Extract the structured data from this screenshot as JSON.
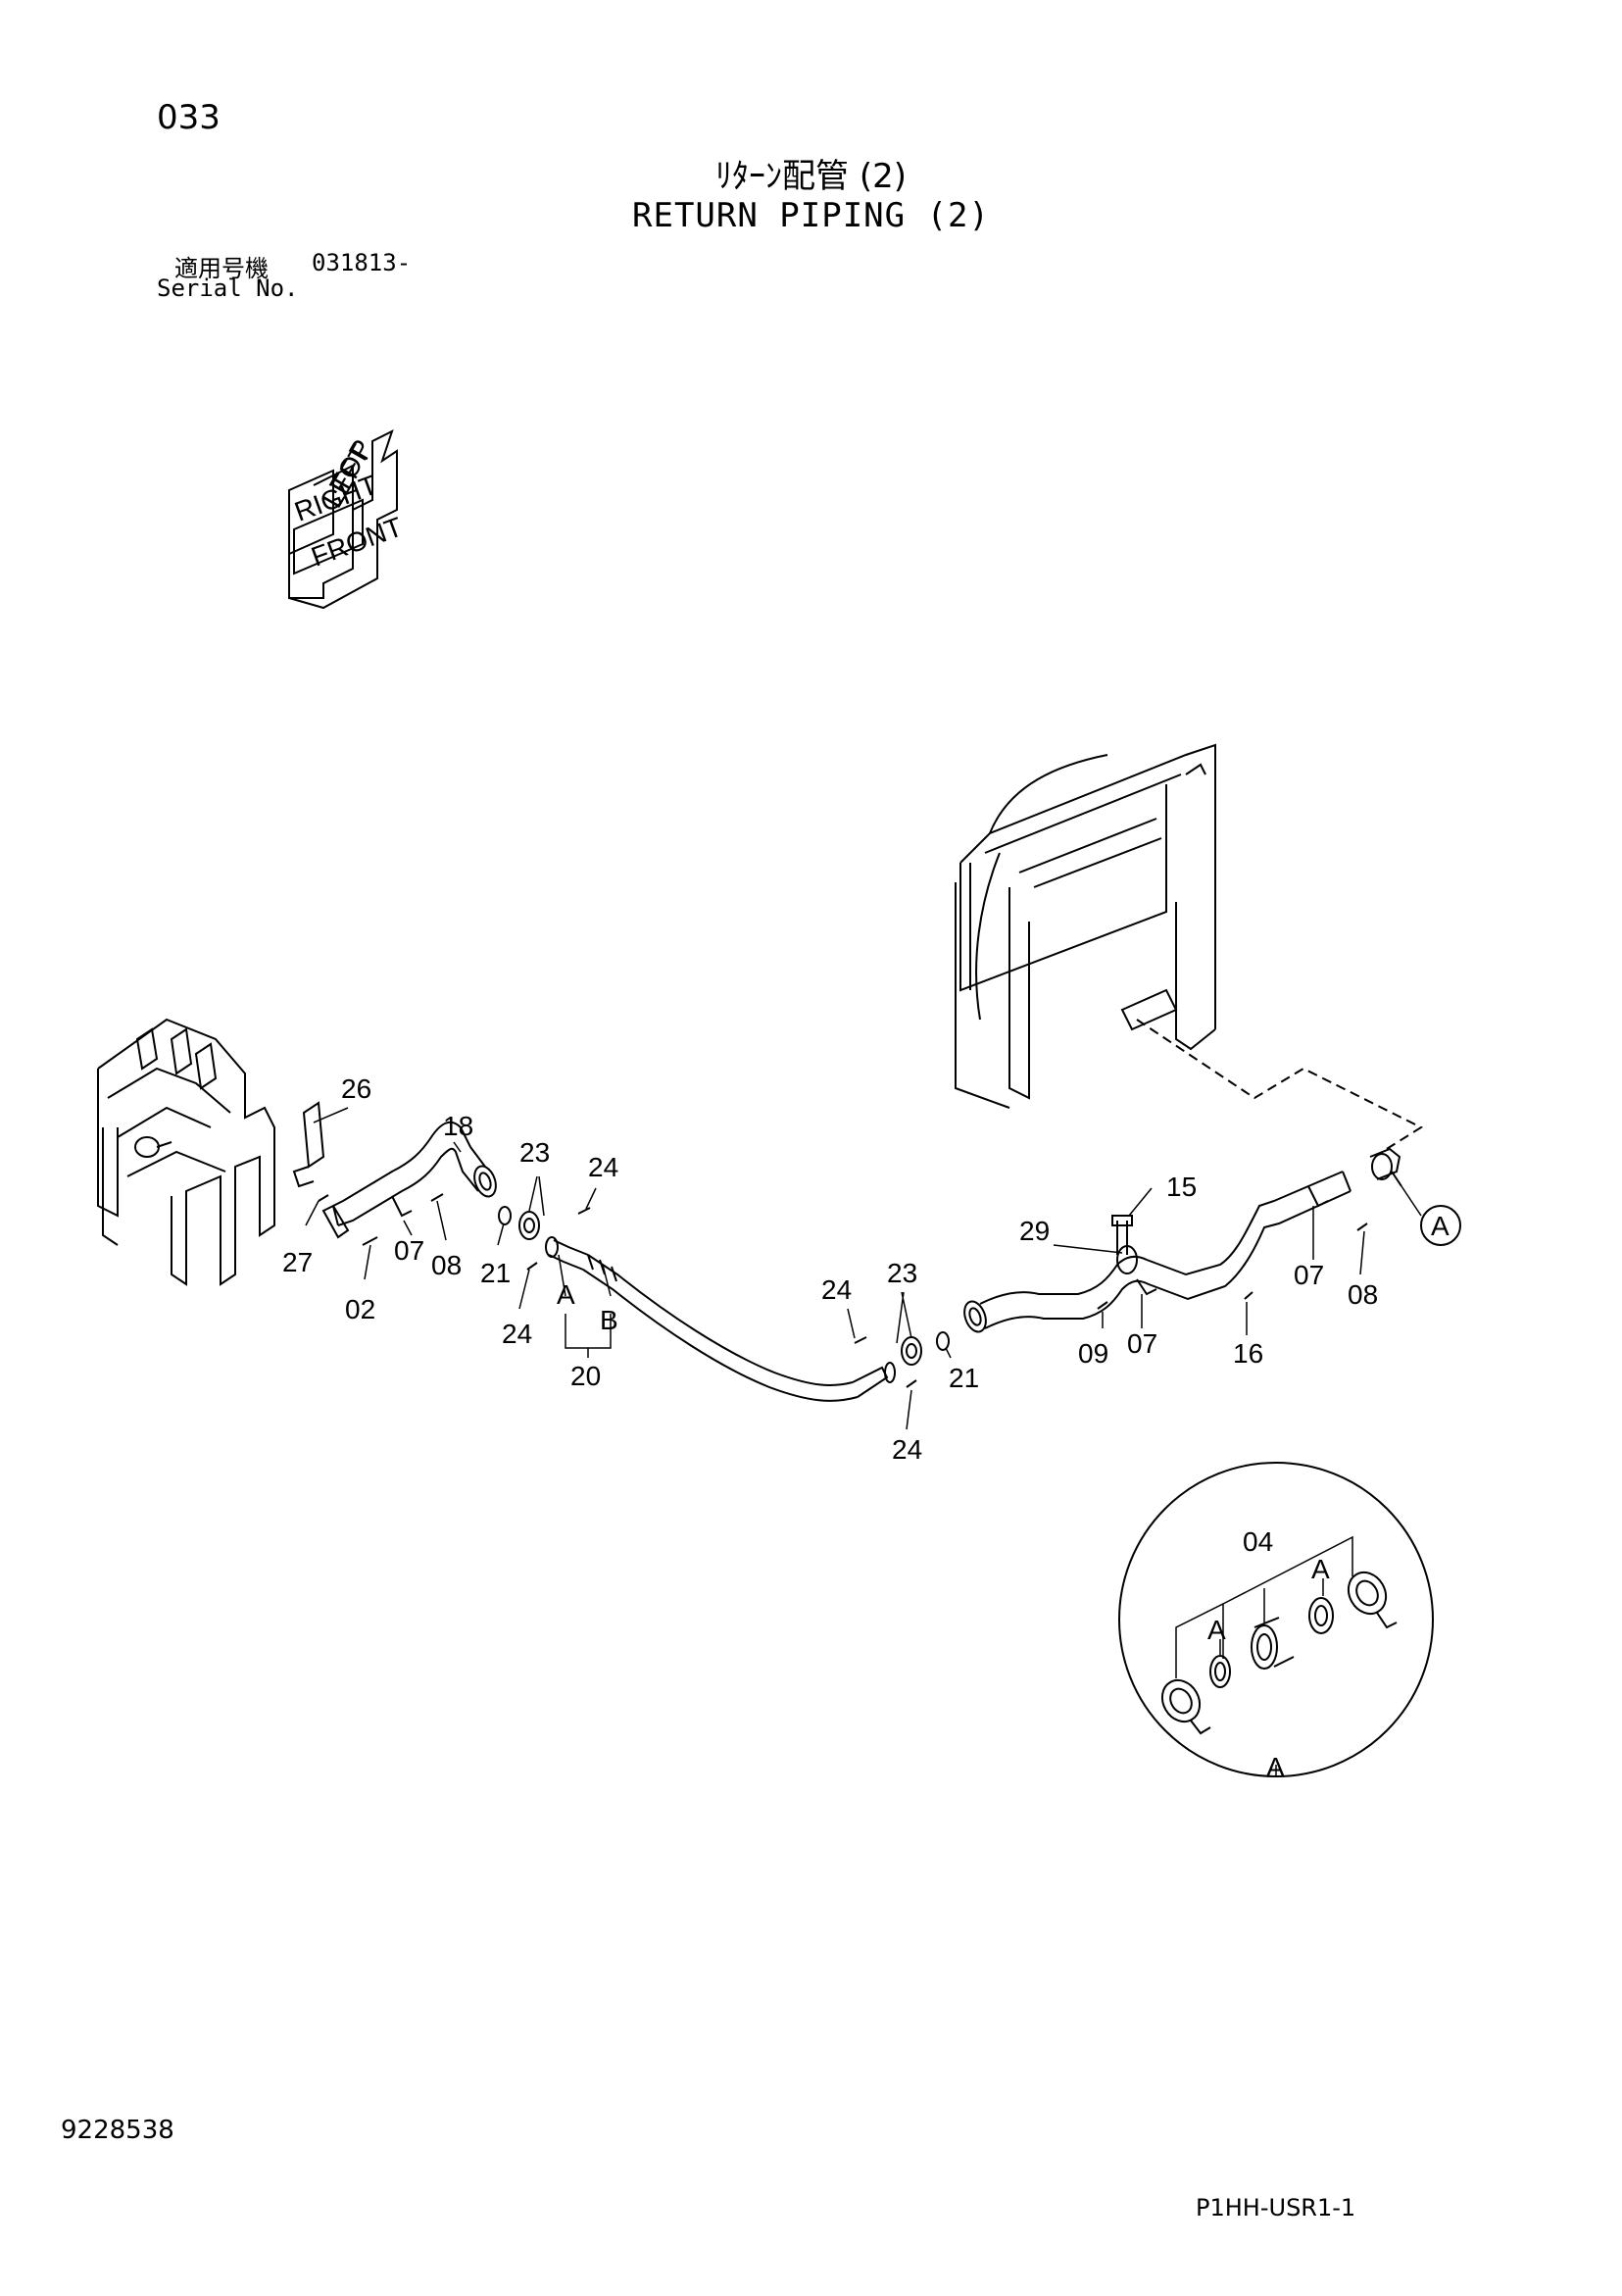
{
  "header": {
    "page_number": "033",
    "title_jp": "ﾘﾀｰﾝ配管 (2)",
    "title_en": "RETURN PIPING (2)",
    "serial_label_jp": "適用号機",
    "serial_value": "031813-",
    "serial_label_en": "Serial No."
  },
  "orientation_icon": {
    "labels": [
      "TOP",
      "LEFT",
      "RIGHT",
      "FRONT"
    ]
  },
  "part_callouts": [
    {
      "id": "c26a",
      "label": "26"
    },
    {
      "id": "c18",
      "label": "18"
    },
    {
      "id": "c23a",
      "label": "23"
    },
    {
      "id": "c24a",
      "label": "24"
    },
    {
      "id": "c27",
      "label": "27"
    },
    {
      "id": "c07a",
      "label": "07"
    },
    {
      "id": "c08a",
      "label": "08"
    },
    {
      "id": "c21a",
      "label": "21"
    },
    {
      "id": "c02",
      "label": "02"
    },
    {
      "id": "cAa",
      "label": "A"
    },
    {
      "id": "cBa",
      "label": "B"
    },
    {
      "id": "c24b",
      "label": "24"
    },
    {
      "id": "c20",
      "label": "20"
    },
    {
      "id": "c24c",
      "label": "24"
    },
    {
      "id": "c23b",
      "label": "23"
    },
    {
      "id": "c21b",
      "label": "21"
    },
    {
      "id": "c24d",
      "label": "24"
    },
    {
      "id": "c15",
      "label": "15"
    },
    {
      "id": "c29",
      "label": "29"
    },
    {
      "id": "c09",
      "label": "09"
    },
    {
      "id": "c07b",
      "label": "07"
    },
    {
      "id": "c16",
      "label": "16"
    },
    {
      "id": "c07c",
      "label": "07"
    },
    {
      "id": "c08b",
      "label": "08"
    },
    {
      "id": "cAcircle",
      "label": "A"
    }
  ],
  "detail_view": {
    "callouts": [
      {
        "id": "d04",
        "label": "04"
      },
      {
        "id": "dA1",
        "label": "A"
      },
      {
        "id": "dA2",
        "label": "A"
      },
      {
        "id": "dA3",
        "label": "A"
      }
    ]
  },
  "footer": {
    "document_id": "9228538",
    "drawing_code": "P1HH-USR1-1"
  }
}
